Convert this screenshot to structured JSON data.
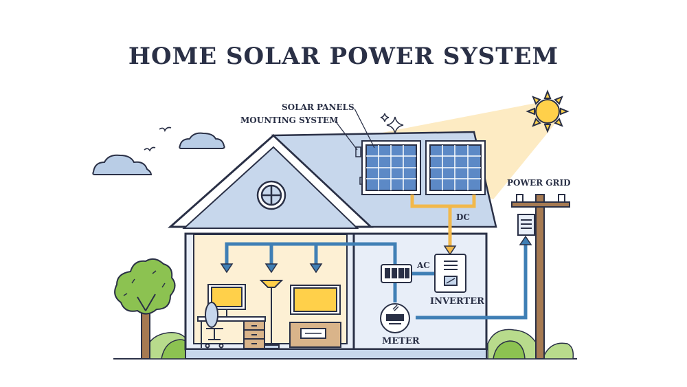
{
  "title": "HOME SOLAR POWER SYSTEM",
  "labels": {
    "solar_panels": "SOLAR PANELS",
    "mounting_system": "MOUNTING SYSTEM",
    "dc": "DC",
    "ac": "AC",
    "inverter": "INVERTER",
    "meter": "METER",
    "power_grid": "POWER GRID"
  },
  "colors": {
    "outline": "#2a3046",
    "roof": "#c7d7ec",
    "wall": "#e8eef8",
    "sunbeam": "#fde7b8",
    "sun": "#ffd04a",
    "wire_dc": "#f2b84b",
    "wire_ac": "#3f7fb5",
    "tree": "#8cc251",
    "panel": "#5c89c6",
    "pole": "#a67a52"
  },
  "icons": [
    "sun-icon",
    "cloud-icon",
    "bird-icon",
    "sparkle-icon",
    "solar-panel-icon",
    "tree-icon",
    "utility-pole-icon",
    "inverter-icon",
    "meter-icon",
    "breaker-box-icon",
    "lamp-icon",
    "monitor-icon",
    "tv-icon",
    "office-chair-icon",
    "desk-icon"
  ]
}
